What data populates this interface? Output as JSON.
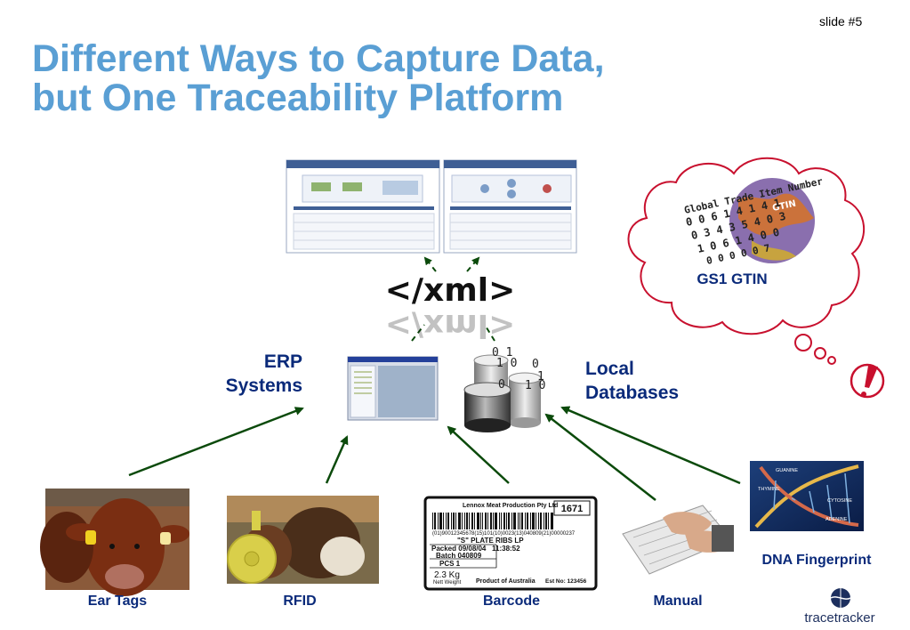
{
  "slide": {
    "number": "slide #5"
  },
  "title": {
    "line1": "Different Ways to Capture Data,",
    "line2": "but One Traceability Platform"
  },
  "center": {
    "xml_label": "</xml>"
  },
  "systems": {
    "erp_line1": "ERP",
    "erp_line2": "Systems",
    "local_line1": "Local",
    "local_line2": "Databases"
  },
  "cloud": {
    "label": "GS1 GTIN",
    "image_text": "Global Trade Item Number"
  },
  "sources": {
    "ear_tags": "Ear Tags",
    "rfid": "RFID",
    "barcode": "Barcode",
    "manual": "Manual",
    "dna": "DNA Fingerprint"
  },
  "barcode_label": {
    "company": "Lennox Meat Production Pty Ltd",
    "number": "1671",
    "digits": "(01)90012345678(15)101(10)0023(13)040809(21)00000237",
    "product": "\"S\" PLATE RIBS  LP",
    "packed": "Packed 09/08/04",
    "time": "11:38:52",
    "batch": "Batch 040809",
    "pcs": "PCS 1",
    "weight": "2.3 Kg",
    "net": "Nett Weight",
    "origin": "Product of Australia",
    "est": "Est No: 123456"
  },
  "dna_terms": [
    "GUANINE",
    "THYMINE",
    "CYTOSINE",
    "ADENINE"
  ],
  "brand": {
    "name": "tracetracker"
  },
  "colors": {
    "title": "#5a9fd4",
    "label": "#0a2a7a",
    "arrow": "#0b4a0b",
    "cloud": "#c8102e"
  }
}
